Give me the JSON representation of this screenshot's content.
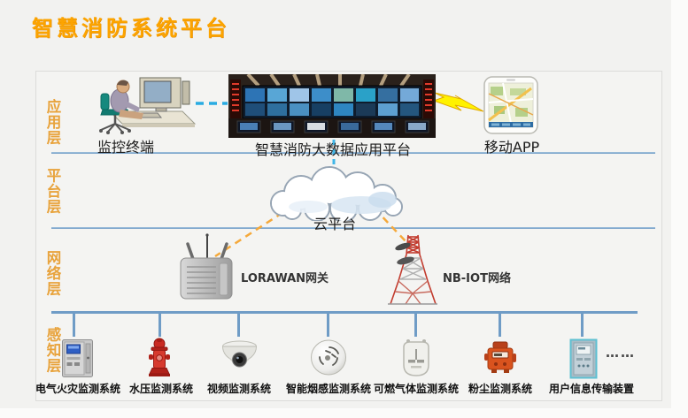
{
  "title": "智慧消防系统平台",
  "layers": {
    "application": {
      "label": "应用层"
    },
    "platform": {
      "label": "平台层"
    },
    "network": {
      "label": "网络层"
    },
    "perception": {
      "label": "感知层"
    }
  },
  "application": {
    "terminal_label": "监控终端",
    "bigdata_platform_label": "智慧消防大数据应用平台",
    "mobile_app_label": "移动APP"
  },
  "platform": {
    "cloud_label": "云平台"
  },
  "network": {
    "gateway_label": "LORAWAN网关",
    "nbiot_label": "NB-IOT网络"
  },
  "perception": {
    "sensors": [
      {
        "label": "电气火灾监测系统",
        "icon": "electrical-fire-panel-icon"
      },
      {
        "label": "水压监测系统",
        "icon": "fire-hydrant-icon"
      },
      {
        "label": "视频监测系统",
        "icon": "dome-camera-icon"
      },
      {
        "label": "智能烟感监测系统",
        "icon": "smoke-detector-icon"
      },
      {
        "label": "可燃气体监测系统",
        "icon": "gas-detector-icon"
      },
      {
        "label": "粉尘监测系统",
        "icon": "dust-monitor-icon"
      },
      {
        "label": "用户信息传输装置",
        "icon": "user-info-transmission-icon"
      }
    ],
    "ellipsis": "……"
  },
  "colors": {
    "title": "#FCA400",
    "layer_label": "#E8A33C",
    "divider": "#6f9bc5",
    "dashed_blue_link": "#29ABE2",
    "dashed_orange_link": "#F5A93B",
    "lightning": "#FFF200"
  }
}
